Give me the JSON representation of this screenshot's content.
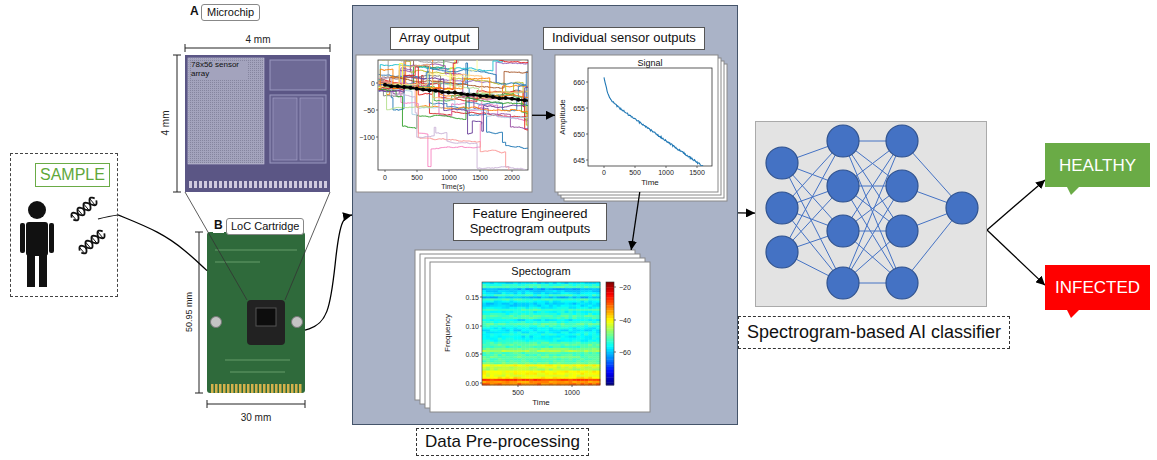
{
  "diagram": {
    "nodes": [
      {
        "text": [
          "SAMPLE"
        ]
      },
      {
        "text": [
          "A",
          "Microchip",
          "78x56 sensor array"
        ]
      },
      {
        "text": [
          "B",
          "LoC Cartridge"
        ]
      },
      {
        "text": [
          "Data Pre-processing"
        ]
      },
      {
        "text": [
          "Array output"
        ],
        "in": 3
      },
      {
        "text": [
          "Individual sensor outputs",
          "Signal"
        ],
        "in": 3
      },
      {
        "text": [
          "Feature Engineered Spectrogram outputs",
          "Spectogram"
        ],
        "in": 3
      },
      {
        "text": [
          "Spectrogram-based AI classifier"
        ]
      },
      {
        "text": [
          "HEALTHY"
        ]
      },
      {
        "text": [
          "INFECTED"
        ]
      }
    ],
    "edges": [
      {
        "from": 0,
        "to": 2,
        "arrow": "none"
      },
      {
        "from": 2,
        "to": 3,
        "arrow": "to"
      },
      {
        "from": 4,
        "to": 5,
        "arrow": "to"
      },
      {
        "from": 5,
        "to": 6,
        "arrow": "to"
      },
      {
        "from": 3,
        "to": 7,
        "arrow": "to"
      },
      {
        "from": 7,
        "to": 8,
        "arrow": "to"
      },
      {
        "from": 7,
        "to": 9,
        "arrow": "to"
      }
    ],
    "labels": [
      "4 mm",
      "4 mm",
      "50.95 mm",
      "30 mm",
      "0",
      "−50",
      "−100",
      "0",
      "500",
      "1000",
      "1500",
      "2000",
      "Time(s)",
      "Amplitude",
      "660",
      "655",
      "650",
      "645",
      "0",
      "500",
      "1000",
      "1500",
      "Time",
      "Frequency",
      "0.15",
      "0.10",
      "0.05",
      "0.00",
      "500",
      "1000",
      "Time",
      "−20",
      "−40",
      "−60"
    ]
  }
}
